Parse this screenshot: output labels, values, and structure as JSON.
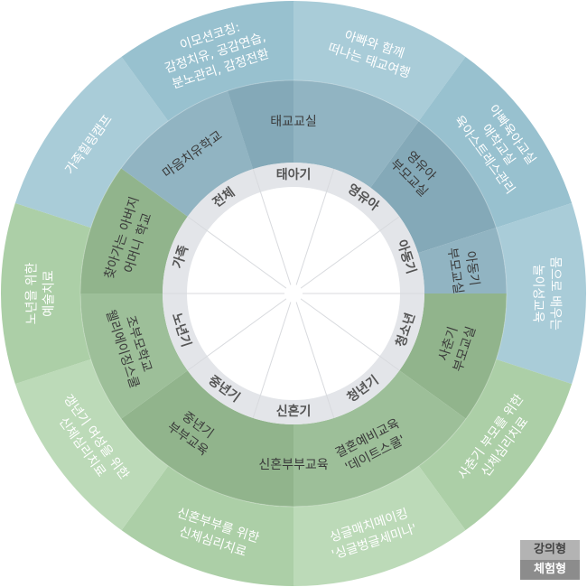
{
  "colors": {
    "outer_blue_a": "#a9ccd8",
    "outer_blue_b": "#98c1cf",
    "mid_blue_a": "#91b4c2",
    "mid_blue_b": "#84a9b8",
    "outer_green_a": "#bcdab8",
    "outer_green_b": "#accfa7",
    "mid_green_a": "#9dbf99",
    "mid_green_b": "#91b48c",
    "life_stage_ring": "#e3e5e9",
    "center": "#ffffff",
    "outer_text": "#ffffff",
    "mid_text": "#3a3a3a",
    "stage_text": "#555555"
  },
  "life_stages": [
    {
      "label": "태아기"
    },
    {
      "label": "영유아"
    },
    {
      "label": "아동기"
    },
    {
      "label": "청소년"
    },
    {
      "label": "청년기"
    },
    {
      "label": "신혼기"
    },
    {
      "label": "중년기"
    },
    {
      "label": "노년기"
    },
    {
      "label": "가족"
    },
    {
      "label": "전체"
    }
  ],
  "middle_ring": [
    {
      "lines": [
        "태교교실"
      ],
      "theme": "blue"
    },
    {
      "lines": [
        "영유아",
        "부모교실"
      ],
      "theme": "blue"
    },
    {
      "lines": [
        "아동기",
        "부모교실"
      ],
      "theme": "blue"
    },
    {
      "lines": [
        "사춘기",
        "부모교실"
      ],
      "theme": "green"
    },
    {
      "lines": [
        "결혼예비교육",
        "'데이트스쿨'"
      ],
      "theme": "green"
    },
    {
      "lines": [
        "신혼부부교육"
      ],
      "theme": "green"
    },
    {
      "lines": [
        "중년기",
        "부부교육"
      ],
      "theme": "green"
    },
    {
      "lines": [
        "조부모학교",
        "웰리에이징스쿨"
      ],
      "theme": "green"
    },
    {
      "lines": [
        "찾아가는 아버지",
        "어머니 학교"
      ],
      "theme": "blue"
    },
    {
      "lines": [
        "마음치유학교"
      ],
      "theme": "blue"
    }
  ],
  "outer_ring": [
    {
      "lines": [
        "아빠와 함께",
        "떠나는 태교여행"
      ],
      "theme": "blue"
    },
    {
      "lines": [
        "아빠육아교실",
        "애착교실",
        "육아스트레스관리"
      ],
      "theme": "blue"
    },
    {
      "lines": [
        "몸으로 배우는",
        "놀이성교육"
      ],
      "theme": "blue"
    },
    {
      "lines": [
        "사춘기 부모를 위한",
        "신체심리치료"
      ],
      "theme": "green"
    },
    {
      "lines": [
        "싱글매치메이킹",
        "'싱글벙글세미나'"
      ],
      "theme": "green"
    },
    {
      "lines": [
        "신혼부부를 위한",
        "신체심리치료"
      ],
      "theme": "green"
    },
    {
      "lines": [
        "갱년기 여성을 위한",
        "신체심리치료"
      ],
      "theme": "green"
    },
    {
      "lines": [
        "노년을 위한",
        "예술치료"
      ],
      "theme": "green"
    },
    {
      "lines": [
        "가족힐링캠프"
      ],
      "theme": "blue"
    },
    {
      "lines": [
        "이모션코칭:",
        "감정치유, 공감연습,",
        "분노관리, 감정전환"
      ],
      "theme": "blue"
    }
  ],
  "legend": {
    "lecture": "강의형",
    "experience": "체험형"
  }
}
